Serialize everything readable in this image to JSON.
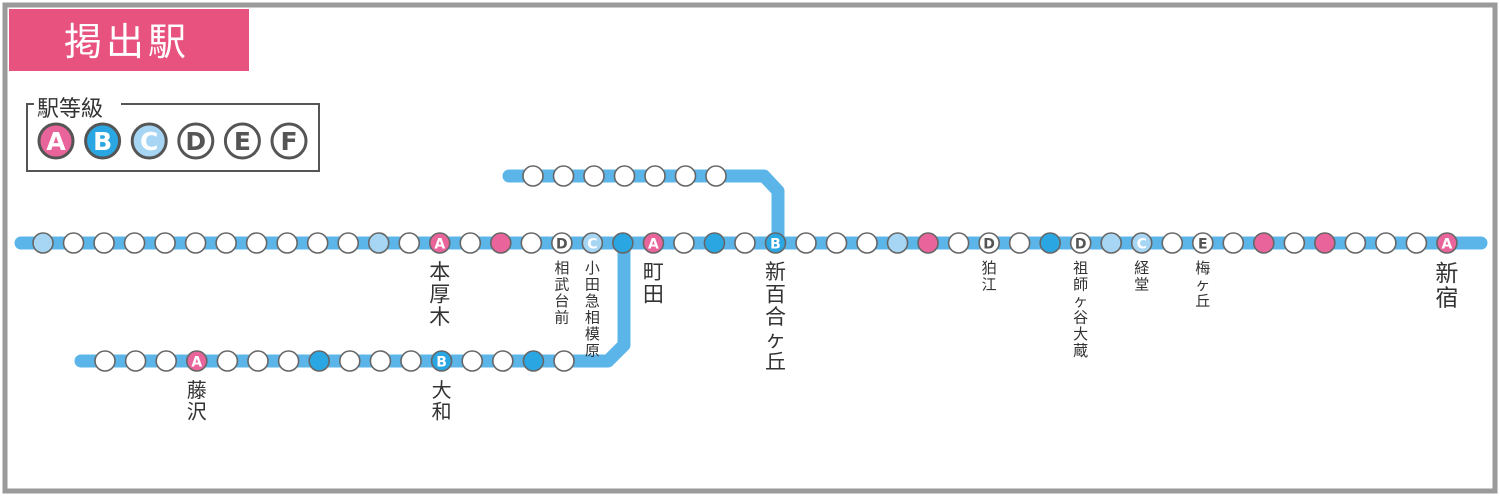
{
  "title": "掲出駅",
  "legend": {
    "title": "駅等級",
    "grades": [
      "A",
      "B",
      "C",
      "D",
      "E",
      "F"
    ]
  },
  "colors": {
    "frame": "#9a9a9a",
    "line": "#5bb5e8",
    "title_bg": "#e8527f",
    "title_text": "#ffffff",
    "grade_a": "#e8649a",
    "grade_b": "#2aa7e2",
    "grade_c": "#a6d6f3",
    "grade_plain": "#ffffff",
    "station_stroke": "#666666",
    "legend_stroke": "#555555",
    "label_text": "#333333"
  },
  "main_line": {
    "stations": [
      "c",
      "w",
      "w",
      "w",
      "w",
      "w",
      "w",
      "w",
      "w",
      "w",
      "w",
      "c",
      "w",
      "A",
      "w",
      "p",
      "w",
      "D",
      "C",
      "b",
      "A",
      "w",
      "b",
      "w",
      "B",
      "w",
      "w",
      "w",
      "c",
      "p",
      "w",
      "D",
      "w",
      "b",
      "D",
      "c",
      "C",
      "w",
      "E",
      "w",
      "p",
      "w",
      "p",
      "w",
      "w",
      "w",
      "A"
    ],
    "labels": {
      "13": "本厚木",
      "17": "相武台前",
      "18": "小田急相模原",
      "20": "町田",
      "24": "新百合ヶ丘",
      "31": "狛江",
      "34": "祖師ヶ谷大蔵",
      "36": "経堂",
      "38": "梅ヶ丘",
      "46": "新宿"
    }
  },
  "upper_branch": {
    "stations": [
      "w",
      "w",
      "w",
      "w",
      "w",
      "w",
      "w"
    ]
  },
  "lower_branch": {
    "stations": [
      "w",
      "w",
      "w",
      "A",
      "w",
      "w",
      "w",
      "b",
      "w",
      "w",
      "w",
      "B",
      "w",
      "w",
      "b",
      "w"
    ],
    "labels": {
      "3": "藤沢",
      "11": "大和"
    }
  }
}
